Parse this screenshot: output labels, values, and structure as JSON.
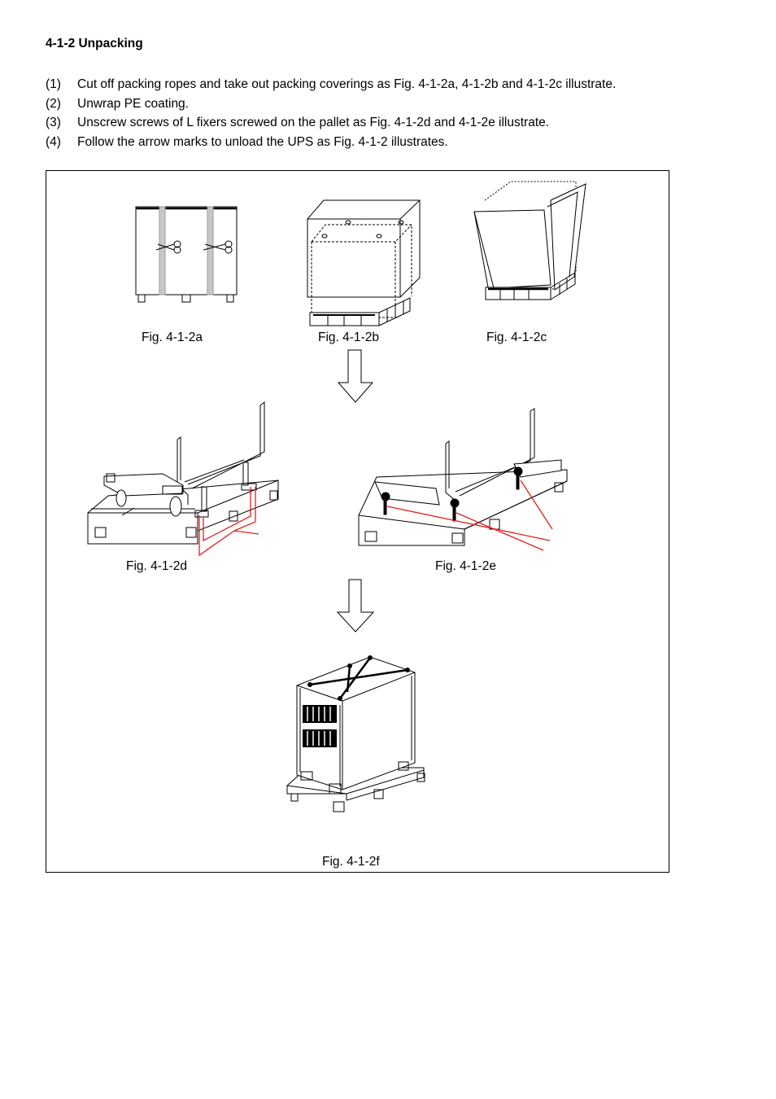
{
  "heading": "4-1-2 Unpacking",
  "steps": [
    {
      "num": "(1)",
      "text": "Cut off packing ropes and take out packing coverings as Fig. 4-1-2a, 4-1-2b and 4-1-2c illustrate."
    },
    {
      "num": "(2)",
      "text": "Unwrap PE coating."
    },
    {
      "num": "(3)",
      "text": "Unscrew screws of L fixers screwed on the pallet as Fig. 4-1-2d and 4-1-2e illustrate."
    },
    {
      "num": "(4)",
      "text": "Follow the arrow marks to unload the UPS as Fig. 4-1-2 illustrates."
    }
  ],
  "figures": {
    "a": "Fig. 4-1-2a",
    "b": "Fig. 4-1-2b",
    "c": "Fig. 4-1-2c",
    "d": "Fig. 4-1-2d",
    "e": "Fig. 4-1-2e",
    "f": "Fig. 4-1-2f"
  },
  "colors": {
    "line": "#000000",
    "strap": "#c8c8c8",
    "callout": "#e0201b"
  }
}
